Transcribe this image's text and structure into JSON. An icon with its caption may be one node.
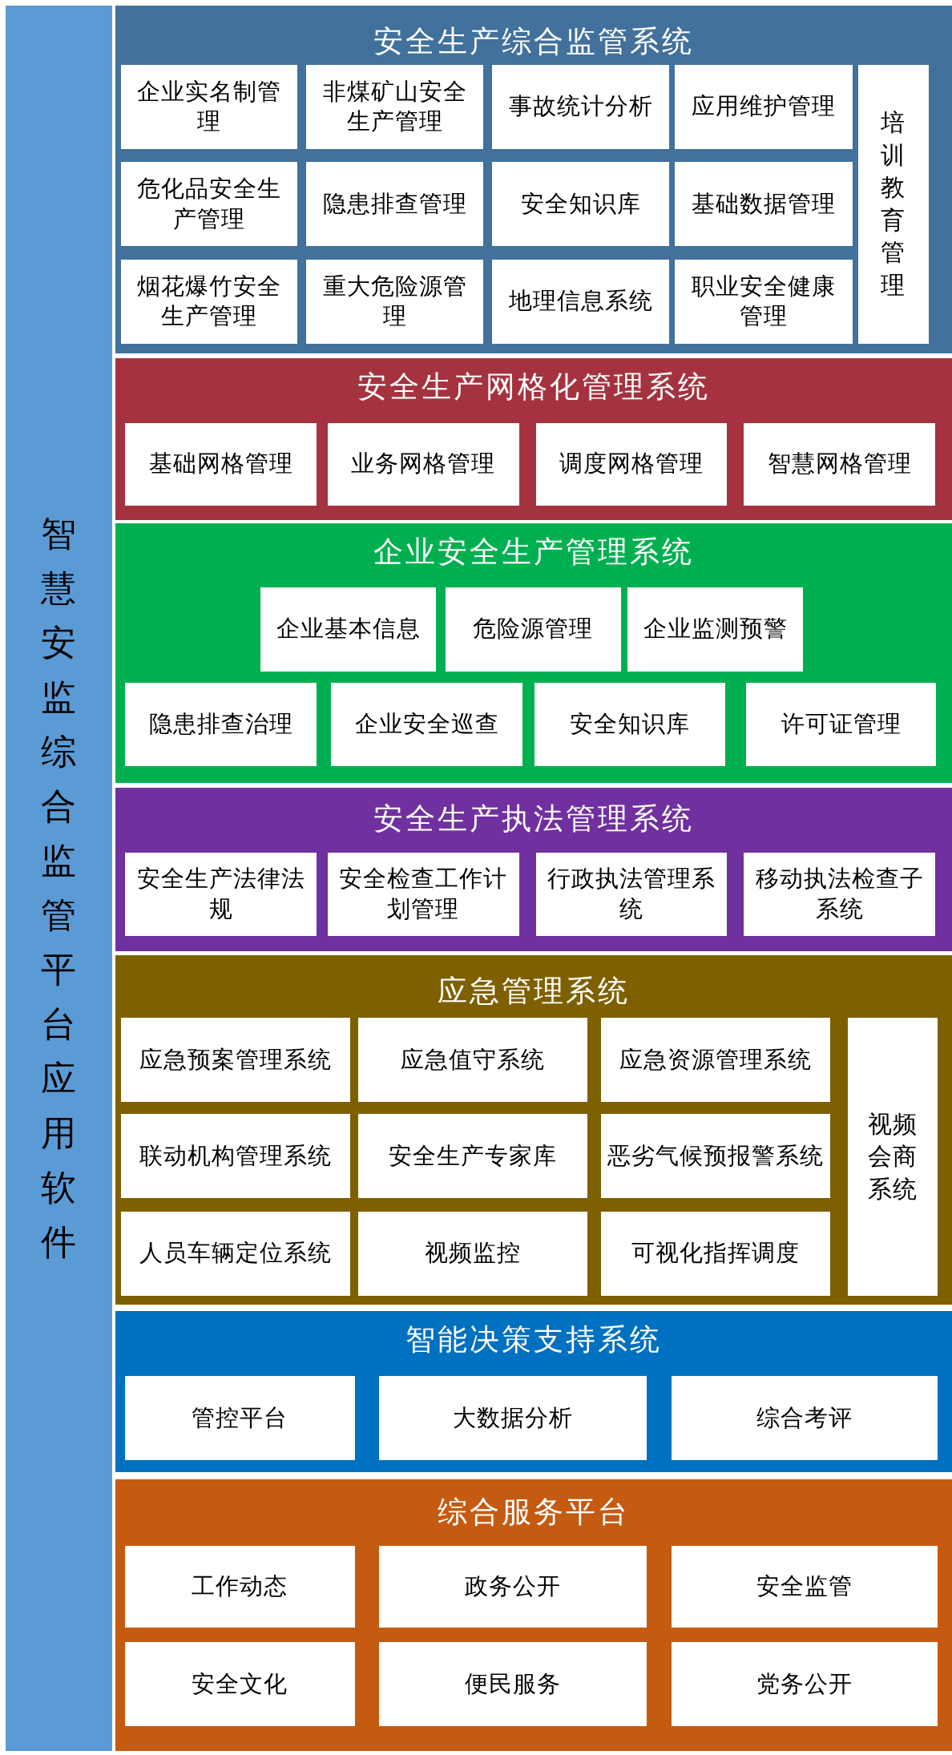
{
  "diagram": {
    "nodes": [
      {
        "text": [
          "智慧安监综合监管平台应用软件"
        ]
      },
      {
        "text": [
          "安全生产综合监管系统"
        ]
      },
      {
        "text": [
          "企业实名制管理"
        ],
        "in": 1
      },
      {
        "text": [
          "非煤矿山安全生产管理"
        ],
        "in": 1
      },
      {
        "text": [
          "事故统计分析"
        ],
        "in": 1
      },
      {
        "text": [
          "应用维护管理"
        ],
        "in": 1
      },
      {
        "text": [
          "危化品安全生产管理"
        ],
        "in": 1
      },
      {
        "text": [
          "隐患排查管理"
        ],
        "in": 1
      },
      {
        "text": [
          "安全知识库"
        ],
        "in": 1
      },
      {
        "text": [
          "基础数据管理"
        ],
        "in": 1
      },
      {
        "text": [
          "烟花爆竹安全生产管理"
        ],
        "in": 1
      },
      {
        "text": [
          "重大危险源管理"
        ],
        "in": 1
      },
      {
        "text": [
          "地理信息系统"
        ],
        "in": 1
      },
      {
        "text": [
          "职业安全健康管理"
        ],
        "in": 1
      },
      {
        "text": [
          "培训教育管理"
        ],
        "in": 1
      },
      {
        "text": [
          "安全生产网格化管理系统"
        ]
      },
      {
        "text": [
          "基础网格管理"
        ],
        "in": 15
      },
      {
        "text": [
          "业务网格管理"
        ],
        "in": 15
      },
      {
        "text": [
          "调度网格管理"
        ],
        "in": 15
      },
      {
        "text": [
          "智慧网格管理"
        ],
        "in": 15
      },
      {
        "text": [
          "企业安全生产管理系统"
        ]
      },
      {
        "text": [
          "企业基本信息"
        ],
        "in": 20
      },
      {
        "text": [
          "危险源管理"
        ],
        "in": 20
      },
      {
        "text": [
          "企业监测预警"
        ],
        "in": 20
      },
      {
        "text": [
          "隐患排查治理"
        ],
        "in": 20
      },
      {
        "text": [
          "企业安全巡查"
        ],
        "in": 20
      },
      {
        "text": [
          "安全知识库"
        ],
        "in": 20
      },
      {
        "text": [
          "许可证管理"
        ],
        "in": 20
      },
      {
        "text": [
          "安全生产执法管理系统"
        ]
      },
      {
        "text": [
          "安全生产法律法规"
        ],
        "in": 28
      },
      {
        "text": [
          "安全检查工作计划管理"
        ],
        "in": 28
      },
      {
        "text": [
          "行政执法管理系统"
        ],
        "in": 28
      },
      {
        "text": [
          "移动执法检查子系统"
        ],
        "in": 28
      },
      {
        "text": [
          "应急管理系统"
        ]
      },
      {
        "text": [
          "应急预案管理系统"
        ],
        "in": 33
      },
      {
        "text": [
          "应急值守系统"
        ],
        "in": 33
      },
      {
        "text": [
          "应急资源管理系统"
        ],
        "in": 33
      },
      {
        "text": [
          "联动机构管理系统"
        ],
        "in": 33
      },
      {
        "text": [
          "安全生产专家库"
        ],
        "in": 33
      },
      {
        "text": [
          "恶劣气候预报警系统"
        ],
        "in": 33
      },
      {
        "text": [
          "人员车辆定位系统"
        ],
        "in": 33
      },
      {
        "text": [
          "视频监控"
        ],
        "in": 33
      },
      {
        "text": [
          "可视化指挥调度"
        ],
        "in": 33
      },
      {
        "text": [
          "视频会商系统"
        ],
        "in": 33
      },
      {
        "text": [
          "智能决策支持系统"
        ]
      },
      {
        "text": [
          "管控平台"
        ],
        "in": 44
      },
      {
        "text": [
          "大数据分析"
        ],
        "in": 44
      },
      {
        "text": [
          "综合考评"
        ],
        "in": 44
      },
      {
        "text": [
          "综合服务平台"
        ]
      },
      {
        "text": [
          "工作动态"
        ],
        "in": 48
      },
      {
        "text": [
          "政务公开"
        ],
        "in": 48
      },
      {
        "text": [
          "安全监管"
        ],
        "in": 48
      },
      {
        "text": [
          "安全文化"
        ],
        "in": 48
      },
      {
        "text": [
          "便民服务"
        ],
        "in": 48
      },
      {
        "text": [
          "党务公开"
        ],
        "in": 48
      }
    ]
  }
}
